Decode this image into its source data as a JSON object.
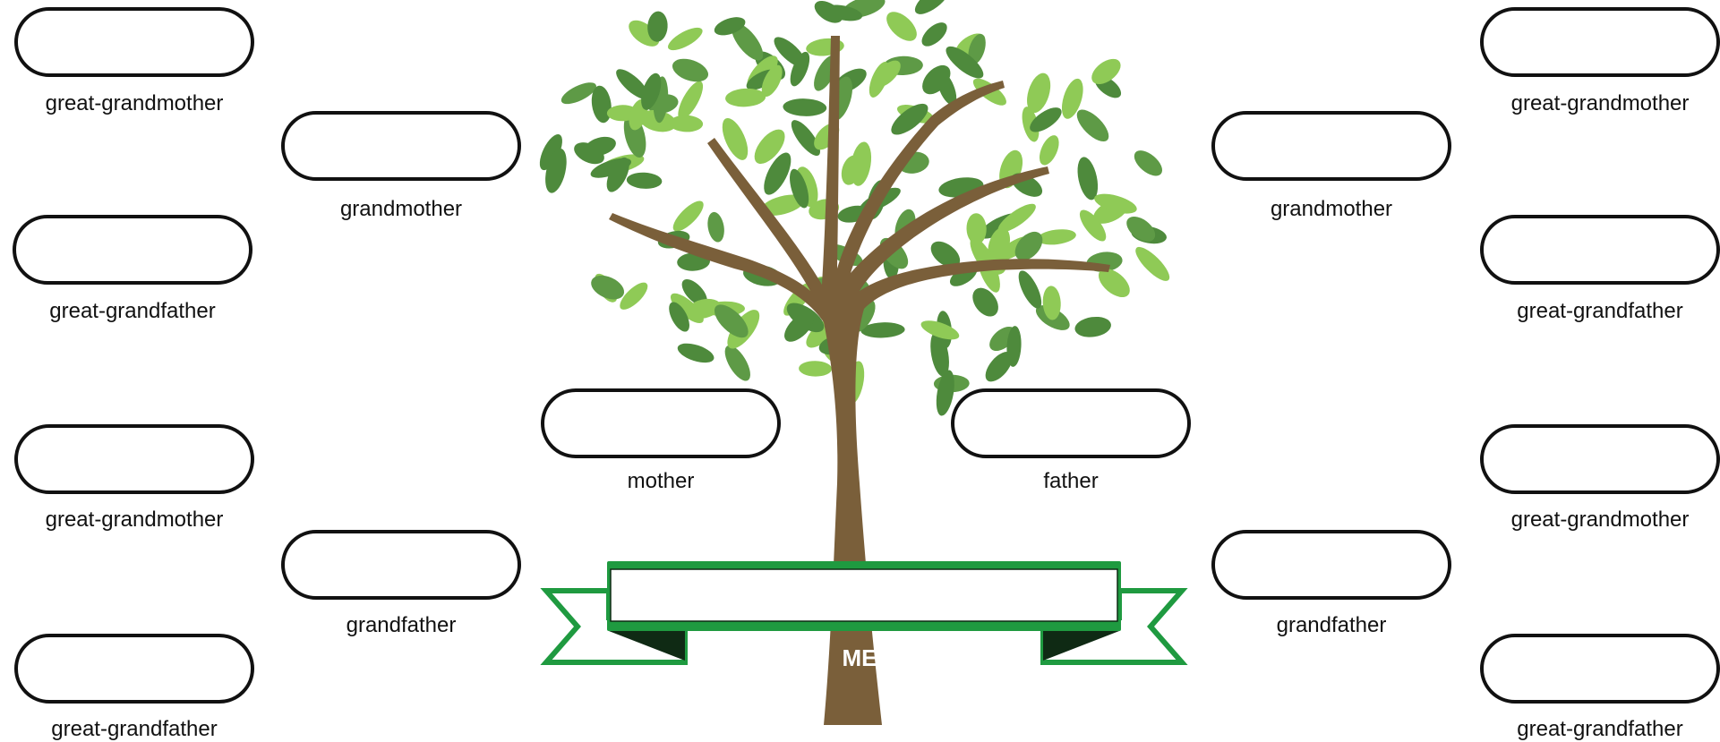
{
  "colors": {
    "trunk": "#7a5f3a",
    "leaf_dark": "#4e8a3c",
    "leaf_mid": "#5e9a46",
    "leaf_light": "#8fca56",
    "ribbon_green": "#1f9a40",
    "ribbon_dark": "#0f2a14"
  },
  "me_label": "ME",
  "slots": [
    {
      "id": "great-grandmother-1",
      "label": "great-grandmother"
    },
    {
      "id": "great-grandfather-1",
      "label": "great-grandfather"
    },
    {
      "id": "great-grandmother-2",
      "label": "great-grandmother"
    },
    {
      "id": "great-grandfather-2",
      "label": "great-grandfather"
    },
    {
      "id": "grandmother-left",
      "label": "grandmother"
    },
    {
      "id": "grandfather-left",
      "label": "grandfather"
    },
    {
      "id": "mother",
      "label": "mother"
    },
    {
      "id": "father",
      "label": "father"
    },
    {
      "id": "grandmother-right",
      "label": "grandmother"
    },
    {
      "id": "grandfather-right",
      "label": "grandfather"
    },
    {
      "id": "great-grandmother-3",
      "label": "great-grandmother"
    },
    {
      "id": "great-grandfather-3",
      "label": "great-grandfather"
    },
    {
      "id": "great-grandmother-4",
      "label": "great-grandmother"
    },
    {
      "id": "great-grandfather-4",
      "label": "great-grandfather"
    }
  ]
}
